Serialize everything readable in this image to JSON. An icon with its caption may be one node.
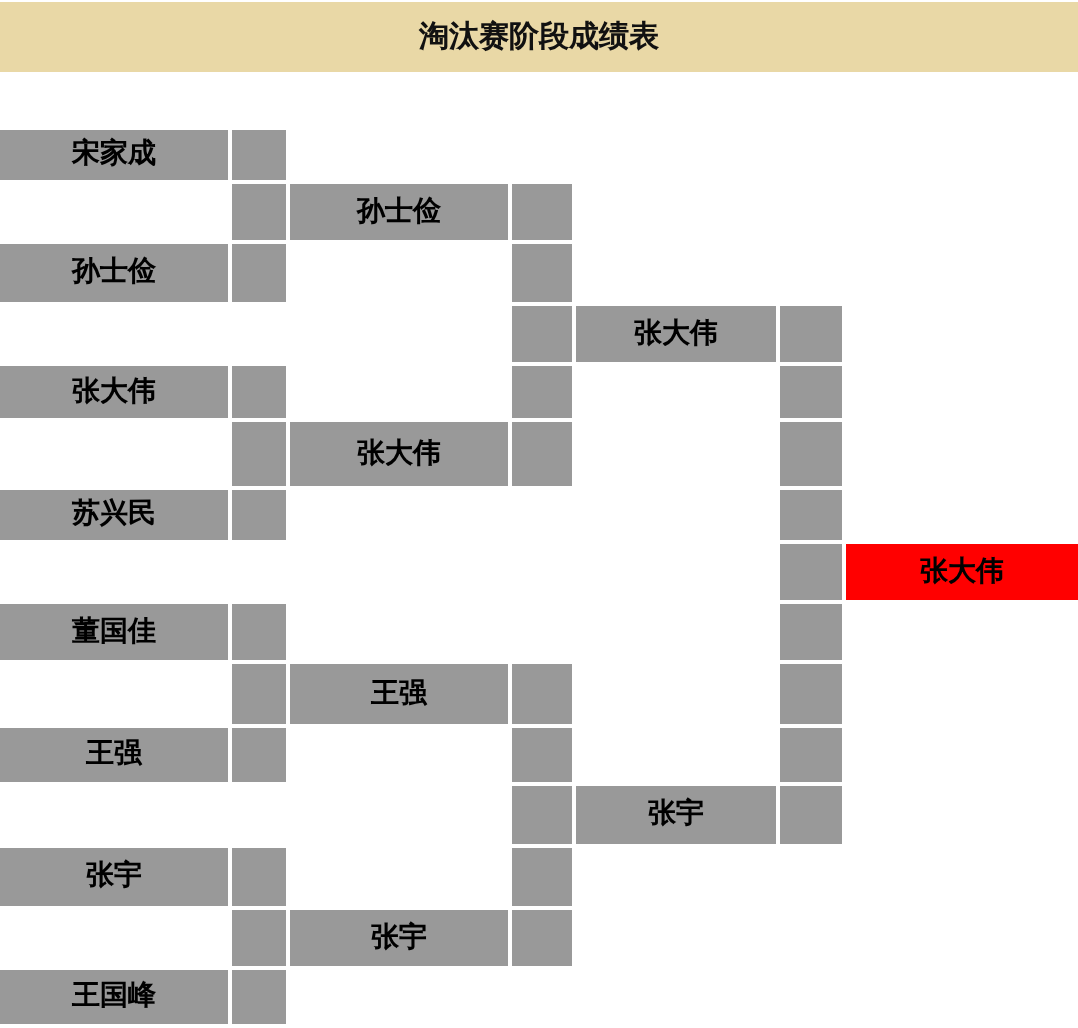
{
  "diagram": {
    "title": "淘汰赛阶段成绩表",
    "nodes": [
      {
        "text": [
          "宋家成"
        ]
      },
      {
        "text": [],
        "shape": "box"
      },
      {
        "text": [],
        "shape": "box"
      },
      {
        "text": [
          "孙士俭"
        ]
      },
      {
        "text": [],
        "shape": "box"
      },
      {
        "text": [
          "孙士俭"
        ]
      },
      {
        "text": [],
        "shape": "box"
      },
      {
        "text": [],
        "shape": "box"
      },
      {
        "text": [],
        "shape": "box"
      },
      {
        "text": [
          "张大伟"
        ]
      },
      {
        "text": [],
        "shape": "box"
      },
      {
        "text": [
          "张大伟"
        ]
      },
      {
        "text": [],
        "shape": "box"
      },
      {
        "text": [],
        "shape": "box"
      },
      {
        "text": [],
        "shape": "box"
      },
      {
        "text": [],
        "shape": "box"
      },
      {
        "text": [
          "张大伟"
        ]
      },
      {
        "text": [],
        "shape": "box"
      },
      {
        "text": [],
        "shape": "box"
      },
      {
        "text": [
          "苏兴民"
        ]
      },
      {
        "text": [],
        "shape": "box"
      },
      {
        "text": [],
        "shape": "box"
      },
      {
        "text": [],
        "shape": "box"
      },
      {
        "text": [
          "张大伟"
        ]
      },
      {
        "text": [
          "董国佳"
        ]
      },
      {
        "text": [],
        "shape": "box"
      },
      {
        "text": [],
        "shape": "box"
      },
      {
        "text": [],
        "shape": "box"
      },
      {
        "text": [
          "王强"
        ]
      },
      {
        "text": [],
        "shape": "box"
      },
      {
        "text": [],
        "shape": "box"
      },
      {
        "text": [
          "王强"
        ]
      },
      {
        "text": [],
        "shape": "box"
      },
      {
        "text": [],
        "shape": "box"
      },
      {
        "text": [],
        "shape": "box"
      },
      {
        "text": [],
        "shape": "box"
      },
      {
        "text": [
          "张宇"
        ]
      },
      {
        "text": [],
        "shape": "box"
      },
      {
        "text": [
          "张宇"
        ]
      },
      {
        "text": [],
        "shape": "box"
      },
      {
        "text": [],
        "shape": "box"
      },
      {
        "text": [],
        "shape": "box"
      },
      {
        "text": [
          "张宇"
        ]
      },
      {
        "text": [],
        "shape": "box"
      },
      {
        "text": [
          "王国峰"
        ]
      },
      {
        "text": [],
        "shape": "box"
      }
    ]
  }
}
